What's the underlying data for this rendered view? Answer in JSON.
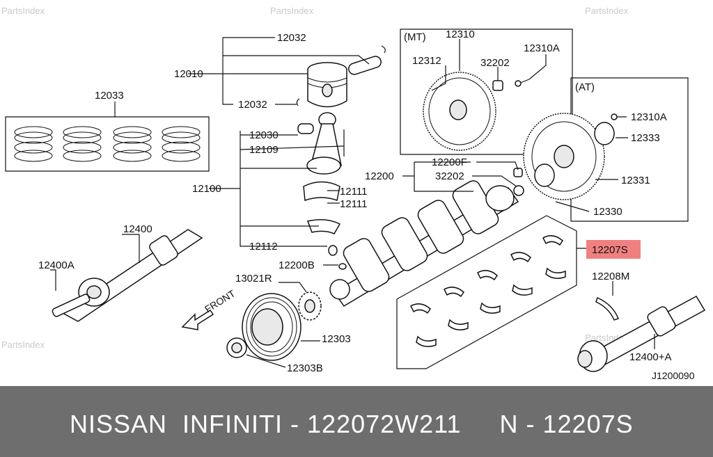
{
  "watermark": "PartsIndex",
  "diagram_code": "J1200090",
  "front_label": "FRONT",
  "labels": {
    "p12032a": "12032",
    "p12010": "12010",
    "p12032b": "12032",
    "p12033": "12033",
    "p12030": "12030",
    "p12109": "12109",
    "p12100": "12100",
    "p12111a": "12111",
    "p12111b": "12111",
    "p12112": "12112",
    "p12400": "12400",
    "p12400a": "12400A",
    "p12200b": "12200B",
    "p13021r": "13021R",
    "p12303": "12303",
    "p12303b": "12303B",
    "p12200": "12200",
    "p32202b": "32202",
    "p12200f": "12200F",
    "mt": "(MT)",
    "p12310": "12310",
    "p12312": "12312",
    "p32202a": "32202",
    "p12310a_mt": "12310A",
    "at": "(AT)",
    "p12310a_at": "12310A",
    "p12333": "12333",
    "p12331": "12331",
    "p12330": "12330",
    "p12207s": "12207S",
    "p12208m": "12208M",
    "p12400pa": "12400+A"
  },
  "highlight_color": "#f08080",
  "banner": {
    "text": "NISSAN  INFINITI - 122072W211     N - 12207S",
    "bg": "#6e6e6e"
  }
}
